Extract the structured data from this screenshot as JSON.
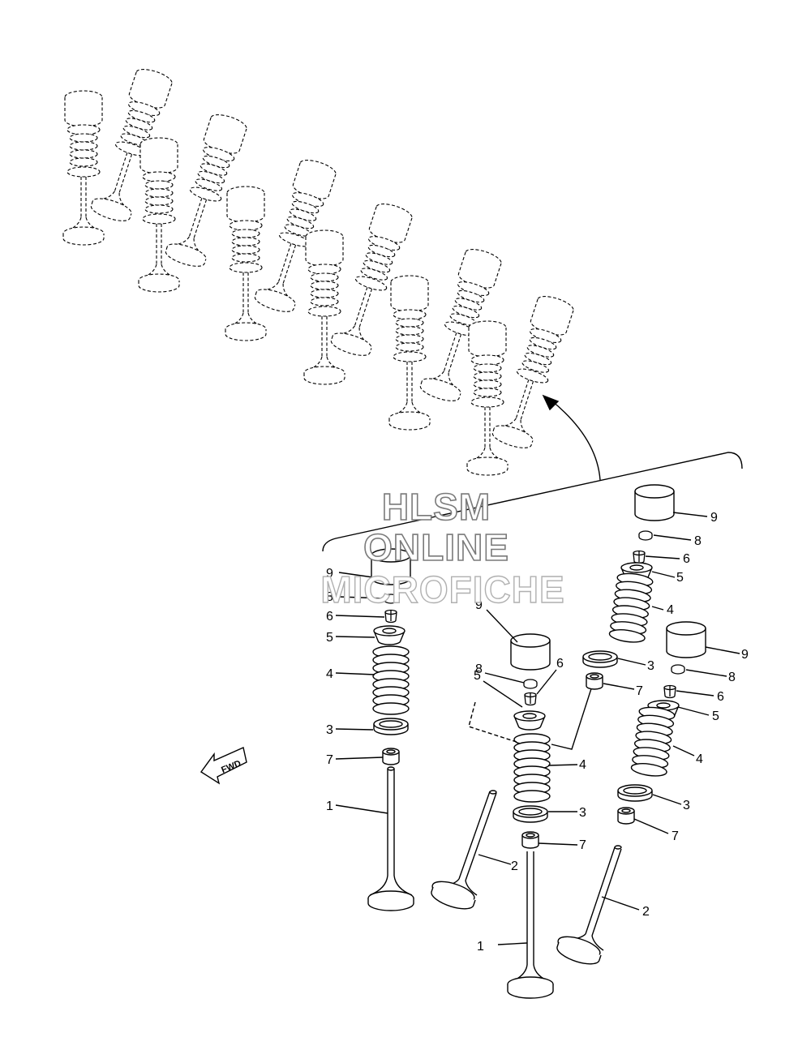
{
  "watermark": {
    "line1": "HLSM",
    "line2": "ONLINE",
    "line3": "MICROFICHE"
  },
  "fwd_label": "FWD",
  "callouts": [
    {
      "id": "c9a",
      "text": "9"
    },
    {
      "id": "c8a",
      "text": "8"
    },
    {
      "id": "c6a",
      "text": "6"
    },
    {
      "id": "c5a",
      "text": "5"
    },
    {
      "id": "c4a",
      "text": "4"
    },
    {
      "id": "c3a",
      "text": "3"
    },
    {
      "id": "c7a",
      "text": "7"
    },
    {
      "id": "c1a",
      "text": "1"
    },
    {
      "id": "c9b",
      "text": "9"
    },
    {
      "id": "c8b",
      "text": "8"
    },
    {
      "id": "c6b",
      "text": "6"
    },
    {
      "id": "c5b",
      "text": "5"
    },
    {
      "id": "c4b",
      "text": "4"
    },
    {
      "id": "c3b",
      "text": "3"
    },
    {
      "id": "c7b",
      "text": "7"
    },
    {
      "id": "c2b",
      "text": "2"
    },
    {
      "id": "c1b",
      "text": "1"
    },
    {
      "id": "c9c",
      "text": "9"
    },
    {
      "id": "c8c",
      "text": "8"
    },
    {
      "id": "c6c",
      "text": "6"
    },
    {
      "id": "c5c",
      "text": "5"
    },
    {
      "id": "c4c",
      "text": "4"
    },
    {
      "id": "c3c",
      "text": "3"
    },
    {
      "id": "c7c",
      "text": "7"
    },
    {
      "id": "c9d",
      "text": "9"
    },
    {
      "id": "c8d",
      "text": "8"
    },
    {
      "id": "c6d",
      "text": "6"
    },
    {
      "id": "c5d",
      "text": "5"
    },
    {
      "id": "c4d",
      "text": "4"
    },
    {
      "id": "c3d",
      "text": "3"
    },
    {
      "id": "c7d",
      "text": "7"
    },
    {
      "id": "c2d",
      "text": "2"
    }
  ]
}
